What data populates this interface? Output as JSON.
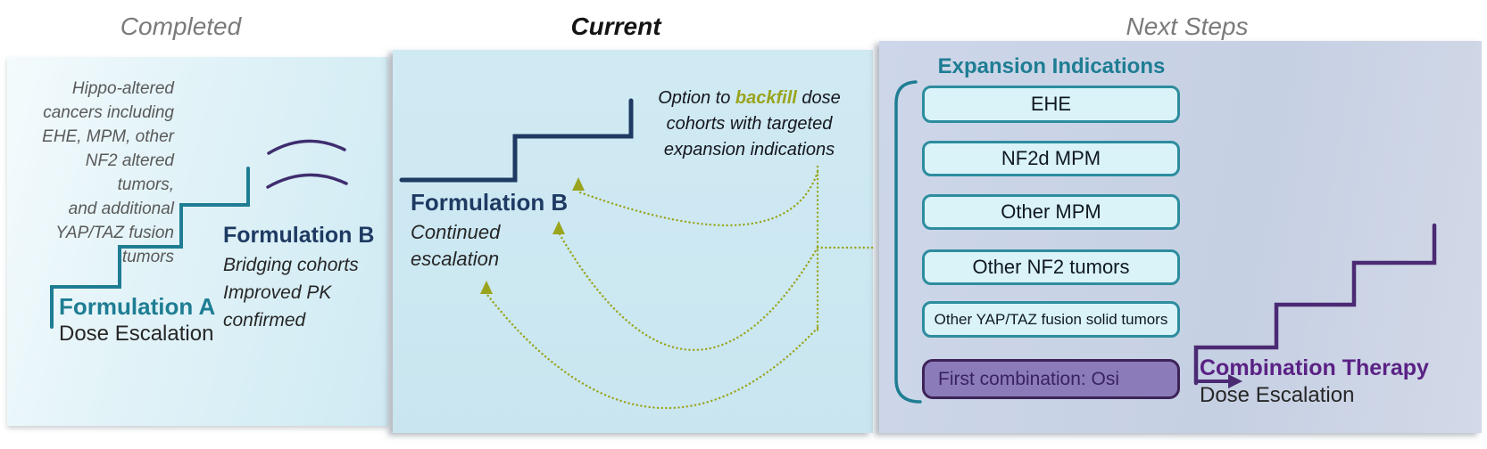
{
  "titles": {
    "completed": "Completed",
    "current": "Current",
    "next_steps": "Next Steps"
  },
  "completed": {
    "intro": "Hippo-altered\ncancers including\nEHE, MPM, other\nNF2 altered tumors,\nand additional\nYAP/TAZ fusion\ntumors",
    "formulation_a_title": "Formulation A",
    "formulation_a_sub": "Dose Escalation",
    "formulation_b_title": "Formulation B",
    "formulation_b_sub": "Bridging cohorts\nImproved PK\nconfirmed"
  },
  "current": {
    "formulation_b_title": "Formulation B",
    "formulation_b_sub": "Continued\nescalation",
    "option_prefix": "Option to ",
    "option_highlight": "backfill",
    "option_suffix": " dose\ncohorts with targeted\nexpansion indications"
  },
  "next_steps": {
    "header": "Expansion Indications",
    "boxes": [
      {
        "label": "EHE"
      },
      {
        "label": "NF2d MPM"
      },
      {
        "label": "Other MPM"
      },
      {
        "label": "Other NF2 tumors"
      },
      {
        "label": "Other YAP/TAZ fusion solid tumors"
      },
      {
        "label": "First combination: Osi"
      }
    ],
    "combination_title": "Combination Therapy",
    "combination_sub": "Dose Escalation"
  },
  "colors": {
    "teal": "#1e7d93",
    "navy": "#1e3a63",
    "purple": "#4b2a73",
    "purple_text": "#5a2184",
    "olive": "#9aa41d",
    "gray_title": "#7a7a7a"
  }
}
